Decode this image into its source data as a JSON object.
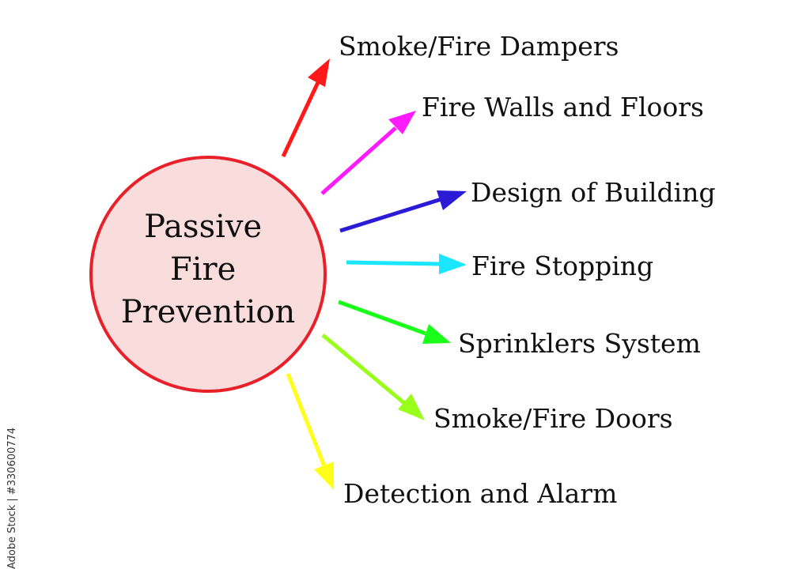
{
  "center": {
    "lines": [
      "Passive",
      "Fire",
      "Prevention"
    ],
    "fill_color": "#f9dcdc",
    "stroke_color": "#e8202a"
  },
  "items": [
    {
      "label": "Smoke/Fire Dampers",
      "arrow_color": "#ff1a1a"
    },
    {
      "label": "Fire Walls and Floors",
      "arrow_color": "#ff1aff"
    },
    {
      "label": "Design of Building",
      "arrow_color": "#2b1ad6"
    },
    {
      "label": "Fire Stopping",
      "arrow_color": "#1ae6ff"
    },
    {
      "label": "Sprinklers System",
      "arrow_color": "#1aff1a"
    },
    {
      "label": "Smoke/Fire Doors",
      "arrow_color": "#99ff1a"
    },
    {
      "label": "Detection and Alarm",
      "arrow_color": "#ffff1a"
    }
  ],
  "side_caption": "Adobe Stock | #330600774"
}
